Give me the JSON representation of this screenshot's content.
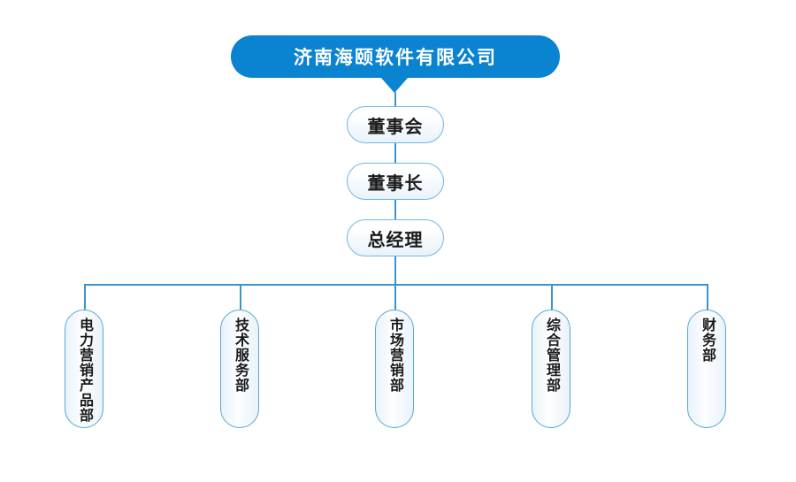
{
  "org_chart": {
    "root": {
      "label": "济南海颐软件有限公司"
    },
    "chain": [
      {
        "label": "董事会"
      },
      {
        "label": "董事长"
      },
      {
        "label": "总经理"
      }
    ],
    "departments": [
      {
        "label": "电力营销产品部"
      },
      {
        "label": "技术服务部"
      },
      {
        "label": "市场营销部"
      },
      {
        "label": "综合管理部"
      },
      {
        "label": "财务部"
      }
    ],
    "colors": {
      "root_fill": "#0a83d1",
      "root_text": "#ffffff",
      "connector": "#3e93c8",
      "chain_border": "#6fb9e0",
      "dept_border": "#55a9d3",
      "node_fill_bottom": "#e9f2fa",
      "node_text": "#1a1a1a"
    }
  }
}
